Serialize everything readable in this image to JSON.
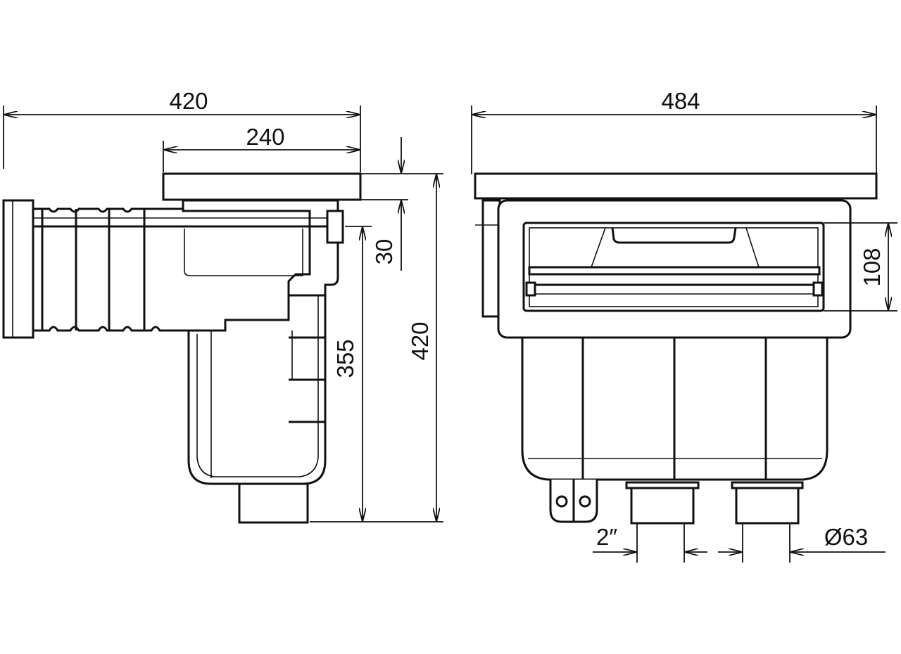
{
  "title": "Skimmer technical drawing",
  "side_view": {
    "overall_length": "420",
    "lid_length": "240",
    "lid_thickness": "30",
    "body_height": "355",
    "overall_height": "420"
  },
  "front_view": {
    "overall_width": "484",
    "opening_height": "108",
    "outlet_thread": "2″",
    "outlet_diameter": "Ø63"
  }
}
